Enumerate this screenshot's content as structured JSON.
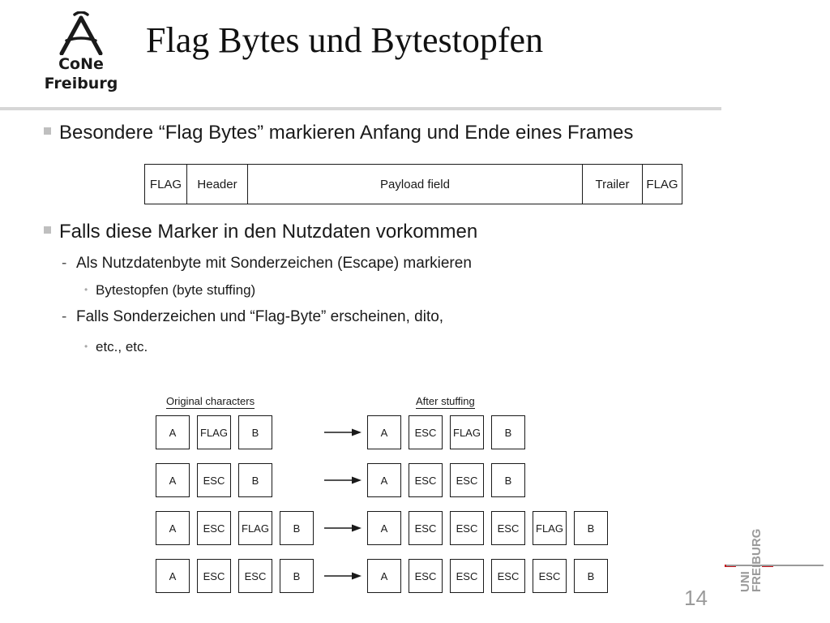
{
  "logo": {
    "line1": "CoNe",
    "line2": "Freiburg"
  },
  "title": "Flag Bytes und Bytestopfen",
  "bullets": {
    "b1": "Besondere “Flag Bytes” markieren Anfang und Ende eines Frames",
    "b2": "Falls diese Marker in den Nutzdaten vorkommen",
    "b2a": "Als Nutzdatenbyte mit Sonderzeichen (Escape) markieren",
    "b2a1": "Bytestopfen (byte stuffing)",
    "b2b": "Falls Sonderzeichen und “Flag-Byte” erscheinen, dito,",
    "b2b1": "etc., etc."
  },
  "frame_fields": [
    "FLAG",
    "Header",
    "Payload field",
    "Trailer",
    "FLAG"
  ],
  "stuffing": {
    "original_header": "Original characters",
    "after_header": "After stuffing",
    "rows": [
      {
        "original": [
          "A",
          "FLAG",
          "B"
        ],
        "after": [
          "A",
          "ESC",
          "FLAG",
          "B"
        ]
      },
      {
        "original": [
          "A",
          "ESC",
          "B"
        ],
        "after": [
          "A",
          "ESC",
          "ESC",
          "B"
        ]
      },
      {
        "original": [
          "A",
          "ESC",
          "FLAG",
          "B"
        ],
        "after": [
          "A",
          "ESC",
          "ESC",
          "ESC",
          "FLAG",
          "B"
        ]
      },
      {
        "original": [
          "A",
          "ESC",
          "ESC",
          "B"
        ],
        "after": [
          "A",
          "ESC",
          "ESC",
          "ESC",
          "ESC",
          "B"
        ]
      }
    ]
  },
  "page_number": "14",
  "uni_logo": {
    "top": "UNI",
    "bottom": "FREIBURG"
  },
  "colors": {
    "uni_red": "#c4161c",
    "uni_gray": "#9a9a9a",
    "rule": "#d6d6d6"
  }
}
